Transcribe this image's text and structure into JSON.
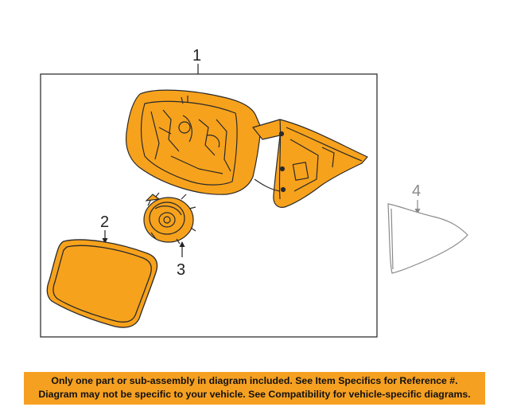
{
  "callouts": {
    "part1": "1",
    "part2": "2",
    "part3": "3",
    "part4": "4"
  },
  "notice": {
    "line1": "Only one part or sub-assembly in diagram included. See Item Specifics for Reference #.",
    "line2": "Diagram may not be specific to your vehicle. See Compatibility for vehicle-specific diagrams."
  },
  "colors": {
    "highlight": "#f7a21c",
    "outline": "#2a2a2a",
    "notice_bg": "#f6a021",
    "unselected_part": "#8a8a8a"
  }
}
